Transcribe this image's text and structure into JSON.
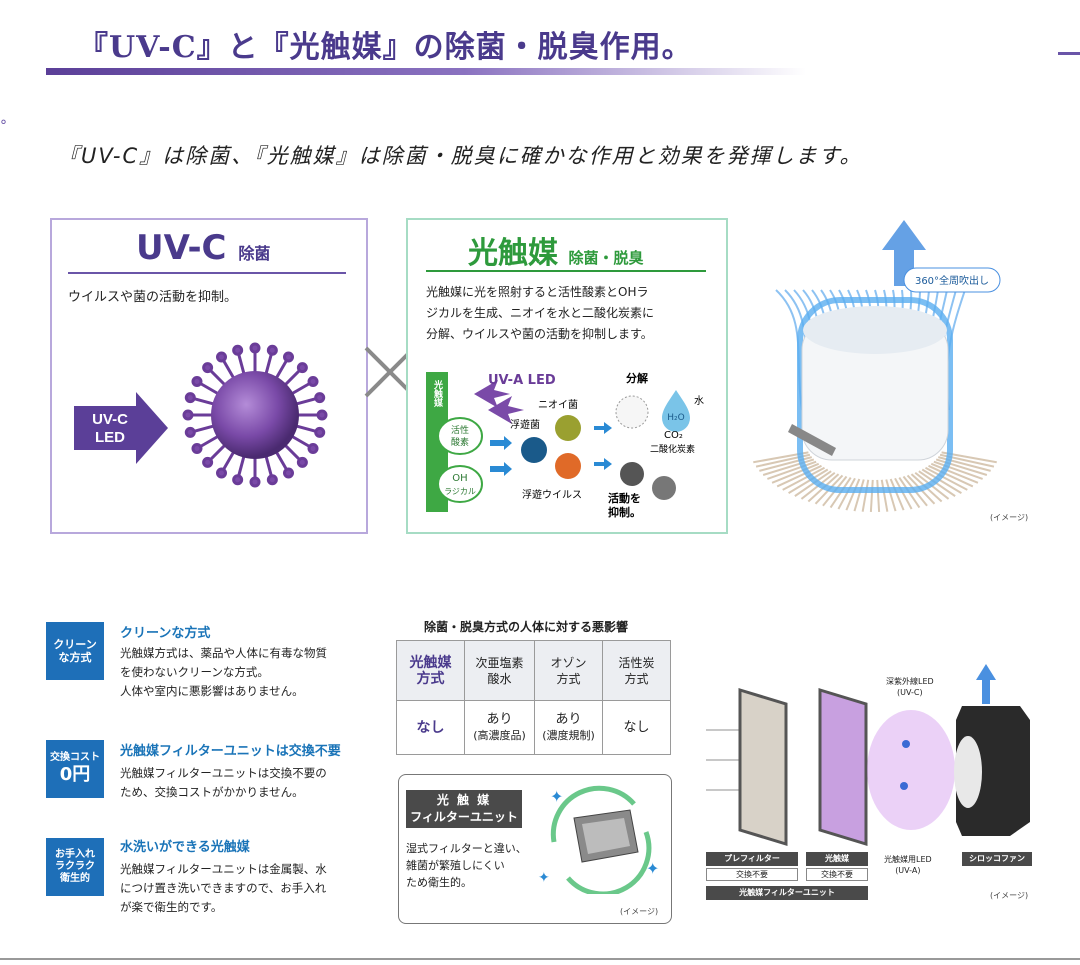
{
  "header": {
    "title": "『UV-C』と『光触媒』の除菌・脱臭作用。",
    "intro": "『UV-C』は除菌、『光触媒』は除菌・脱臭に確かな作用と効果を発揮します。"
  },
  "uvc_card": {
    "title": "UV-C",
    "title_sub": "除菌",
    "text": "ウイルスや菌の活動を抑制。",
    "arrow_line1": "UV-C",
    "arrow_line2": "LED"
  },
  "pc_card": {
    "title": "光触媒",
    "title_sub": "除菌・脱臭",
    "text_lines": [
      "光触媒に光を照射すると活性酸素とOHラ",
      "ジカルを生成、ニオイを水と二酸化炭素に",
      "分解、ウイルスや菌の活動を抑制します。"
    ],
    "diagram": {
      "side_label": "光触媒",
      "uva_label": "UV-A LED",
      "oxygen_label1": "活性",
      "oxygen_label2": "酸素",
      "oh_label1": "OH",
      "oh_label2": "ラジカル",
      "odor": "ニオイ菌",
      "bacteria": "浮遊菌",
      "virus": "浮遊ウイルス",
      "decompose": "分解",
      "h2o": "H₂O",
      "water": "水",
      "co2": "CO₂",
      "co2_label": "二酸化炭素",
      "suppress1": "活動を",
      "suppress2": "抑制。"
    }
  },
  "purifier": {
    "badge": "360°全周吹出し",
    "caption": "(イメージ)"
  },
  "features": [
    {
      "badge_lines": [
        "クリーン",
        "な方式"
      ],
      "title": "クリーンな方式",
      "lines": [
        "光触媒方式は、薬品や人体に有毒な物質",
        "を使わないクリーンな方式。",
        "人体や室内に悪影響はありません。"
      ]
    },
    {
      "badge_lines": [
        "交換コスト",
        "0円"
      ],
      "title": "光触媒フィルターユニットは交換不要",
      "lines": [
        "光触媒フィルターユニットは交換不要の",
        "ため、交換コストがかかりません。"
      ]
    },
    {
      "badge_lines": [
        "お手入れ",
        "ラクラク",
        "衛生的"
      ],
      "title": "水洗いができる光触媒",
      "lines": [
        "光触媒フィルターユニットは金属製、水",
        "につけ置き洗いできますので、お手入れ",
        "が楽で衛生的です。"
      ]
    }
  ],
  "table": {
    "title": "除菌・脱臭方式の人体に対する悪影響",
    "headers": [
      [
        "光触媒",
        "方式"
      ],
      [
        "次亜塩素",
        "酸水"
      ],
      [
        "オゾン",
        "方式"
      ],
      [
        "活性炭",
        "方式"
      ]
    ],
    "values": [
      [
        "なし",
        ""
      ],
      [
        "あり",
        "(高濃度品)"
      ],
      [
        "あり",
        "(濃度規制)"
      ],
      [
        "なし",
        ""
      ]
    ]
  },
  "filter_unit": {
    "label_line1": "光 触 媒",
    "label_line2": "フィルターユニット",
    "desc_lines": [
      "湿式フィルターと違い、",
      "雑菌が繁殖しにくい",
      "ため衛生的。"
    ],
    "caption": "(イメージ)"
  },
  "exploded": {
    "uvc_led_1": "深紫外線LED",
    "uvc_led_2": "(UV-C)",
    "prefilter": "プレフィルター",
    "prefilter_note": "交換不要",
    "photocatalyst": "光触媒",
    "photocatalyst_note": "交換不要",
    "unit": "光触媒フィルターユニット",
    "uva_led_1": "光触媒用LED",
    "uva_led_2": "(UV-A)",
    "fan": "シロッコファン",
    "caption": "(イメージ)"
  },
  "colors": {
    "purple": "#4a3a8c",
    "green": "#2e9a3c",
    "blue": "#1e6fb8"
  }
}
